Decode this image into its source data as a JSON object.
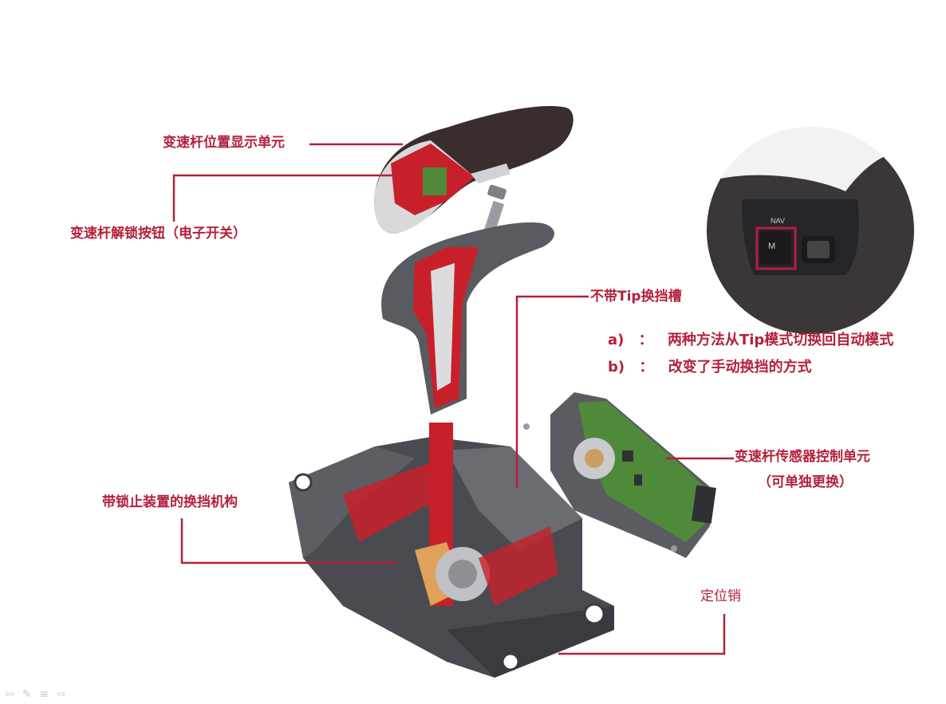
{
  "callouts": {
    "display_unit": "变速杆位置显示单元",
    "unlock_button": "变速杆解锁按钮（电子开关）",
    "no_tip_gate": "不带Tip换挡槽",
    "shift_mechanism": "带锁止装置的换挡机构",
    "sensor_control_unit_line1": "变速杆传感器控制单元",
    "sensor_control_unit_line2": "（可单独更换）",
    "locating_pin": "定位销"
  },
  "notes": [
    {
      "marker": "a)",
      "sep": "：",
      "text": "两种方法从Tip模式切换回自动模式"
    },
    {
      "marker": "b)",
      "sep": "：",
      "text": "改变了手动换挡的方式"
    }
  ],
  "steering_inset": {
    "button_labels": [
      "NAV",
      "M"
    ]
  },
  "colors": {
    "accent": "#b3213c",
    "housing_dark": "#4a4b50",
    "section_red": "#c8202a",
    "pcb_green": "#4f8a3a"
  },
  "slideshow_nav_icons": [
    "prev-arrow-icon",
    "pen-icon",
    "menu-icon",
    "next-arrow-icon"
  ]
}
